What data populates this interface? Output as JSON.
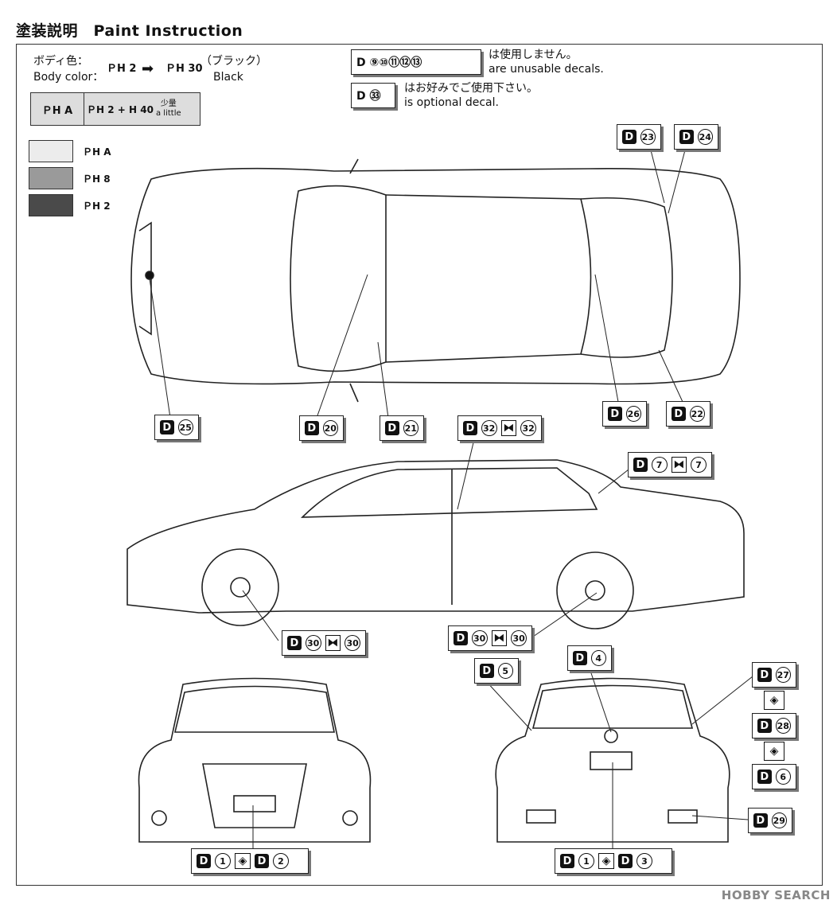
{
  "title": "塗装説明　Paint Instruction",
  "body_color": {
    "label_jp": "ボディ色：",
    "label_en": "Body color：",
    "from_code": "ＰH 2",
    "to_code": "ＰH 30",
    "to_name_jp": "（ブラック）",
    "to_name_en": "Black"
  },
  "mix": {
    "left": "ＰH A",
    "right": "ＰH 2 + H 40",
    "note_jp": "少量",
    "note_en": "a little"
  },
  "legend": [
    {
      "code": "ＰH A",
      "color": "#ececec"
    },
    {
      "code": "ＰH 8",
      "color": "#9a9a9a"
    },
    {
      "code": "ＰH 2",
      "color": "#4a4a4a"
    }
  ],
  "notes": {
    "unusable_codes": "D ⑨⑩⑪⑫⑬",
    "unusable_jp": "は使用しません。",
    "unusable_en": "are unusable decals.",
    "optional_code": "D ㉝",
    "optional_jp": "はお好みでご使用下さい。",
    "optional_en": "is optional decal."
  },
  "callouts": {
    "d23": "23",
    "d24": "24",
    "d25": "25",
    "d20": "20",
    "d21": "21",
    "d26": "26",
    "d22": "22",
    "d32": "32",
    "d7": "7",
    "d30a": "30",
    "d30b": "30",
    "d5": "5",
    "d4": "4",
    "d27": "27",
    "d28": "28",
    "d6": "6",
    "d29": "29",
    "d1a": "1",
    "d2": "2",
    "d1b": "1",
    "d3": "3"
  },
  "decal_letter": "D",
  "watermark": "HOBBY SEARCH"
}
